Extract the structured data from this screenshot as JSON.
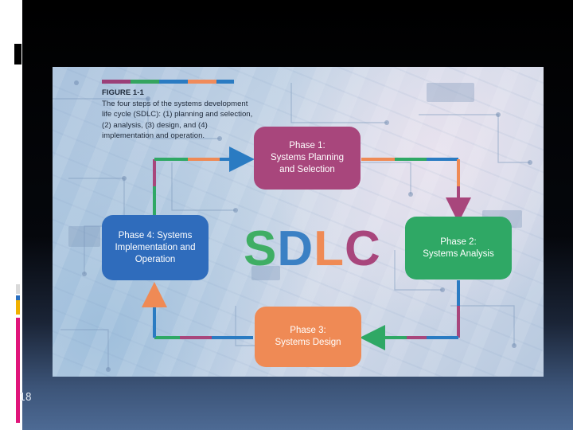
{
  "figure": {
    "title": "FIGURE 1-1",
    "description": "The four steps of the systems development life cycle (SDLC): (1) planning and selection, (2) analysis, (3) design, and (4) implementation and operation.",
    "center_label": [
      "S",
      "D",
      "L",
      "C"
    ],
    "center_colors": [
      "#3fae64",
      "#3a80c4",
      "#ef8a55",
      "#a8467c"
    ],
    "stripe_colors": [
      "#9b3f78",
      "#35a45f",
      "#2a7bc2",
      "#f08b5b",
      "#2a7bc2"
    ]
  },
  "phases": {
    "phase1": {
      "label": "Phase 1:\nSystems Planning\nand Selection",
      "color": "#a8467c"
    },
    "phase2": {
      "label": "Phase 2:\nSystems Analysis",
      "color": "#2fa865"
    },
    "phase3": {
      "label": "Phase 3:\nSystems Design",
      "color": "#ef8a55"
    },
    "phase4": {
      "label": "Phase 4: Systems\nImplementation and\nOperation",
      "color": "#2f6cbc"
    }
  },
  "slide": {
    "number": "18",
    "side_bar_colors": [
      "#d9d9d9",
      "#2a6fc0",
      "#f0b000",
      "#e0157a"
    ]
  }
}
